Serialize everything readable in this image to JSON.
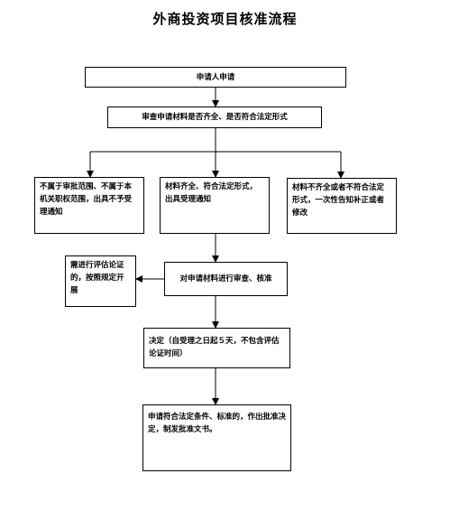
{
  "title": "外商投资项目核准流程",
  "steps": {
    "apply": "申请人申请",
    "review_materials": "审查申请材料是否齐全、是否符合法定形式",
    "reject": "不属于审批范围、不属于本机关职权范围，出具不予受理通知",
    "accept": "材料齐全、符合法定形式，出具受理通知",
    "supplement": "材料不齐全或者不符合法定形式，一次性告知补正或者修改",
    "evaluate": "需进行评估论证的，按照规定开展",
    "examine": "对申请材料进行审查、核准",
    "decision": "决定（自受理之日起５天，不包含评估论证时间）",
    "approve": "申请符合法定条件、标准的，作出批准决定，制发批准文书。"
  }
}
